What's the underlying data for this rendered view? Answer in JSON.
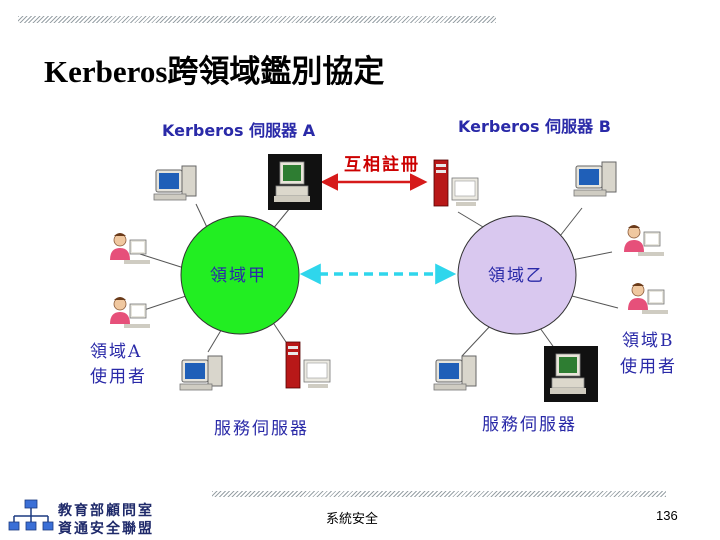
{
  "slide": {
    "title": "Kerberos跨領域鑑別協定",
    "footer_center": "系統安全",
    "page_number": "136",
    "org_line1": "教育部顧問室",
    "org_line2": "資通安全聯盟"
  },
  "diagram": {
    "server_a_label": "Kerberos 伺服器 A",
    "server_b_label": "Kerberos 伺服器 B",
    "mutual_register_label": "互相註冊",
    "domain_a_label": "領域甲",
    "domain_b_label": "領域乙",
    "users_a_line1": "領域A",
    "users_a_line2": "使用者",
    "users_b_line1": "領域B",
    "users_b_line2": "使用者",
    "service_a_label": "服務伺服器",
    "service_b_label": "服務伺服器",
    "colors": {
      "domain_a_fill": "#22ee22",
      "domain_b_fill": "#d9c8ef",
      "blue_labels": "#2a2aa8",
      "red_labels": "#cc0000",
      "dashed_link": "#2fd6ec",
      "register_arrow": "#d61a1a"
    }
  }
}
